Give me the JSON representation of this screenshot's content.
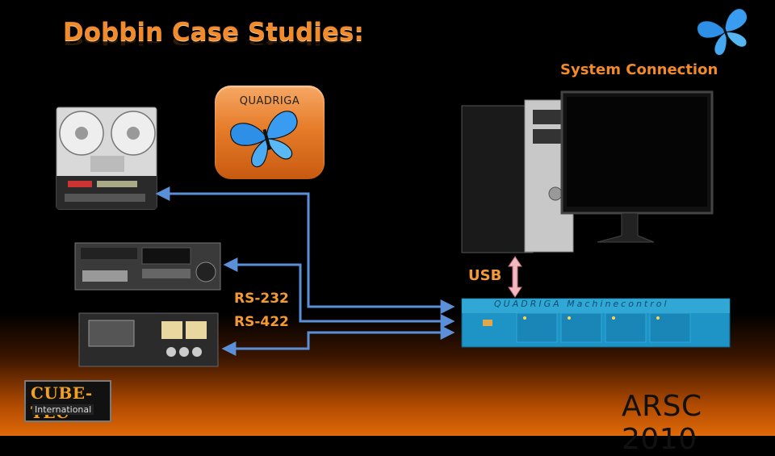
{
  "title": "Dobbin Case Studies:",
  "subtitle": "System Connection",
  "quadriga_icon_label": "QUADRIGA",
  "rs232_label": "RS-232",
  "rs422_label": "RS-422",
  "usb_label": "USB",
  "conference": "ARSC 2010",
  "logo": {
    "main": "CUBE-TEC",
    "sub": "International"
  },
  "machine_control_label": "QUADRIGA Machinecontrol",
  "colors": {
    "accent_orange": "#f08a2a",
    "arrow_blue": "#5b8fd8",
    "usb_arrow_pink": "#f4b8c0",
    "device_blue": "#1e93c6"
  }
}
